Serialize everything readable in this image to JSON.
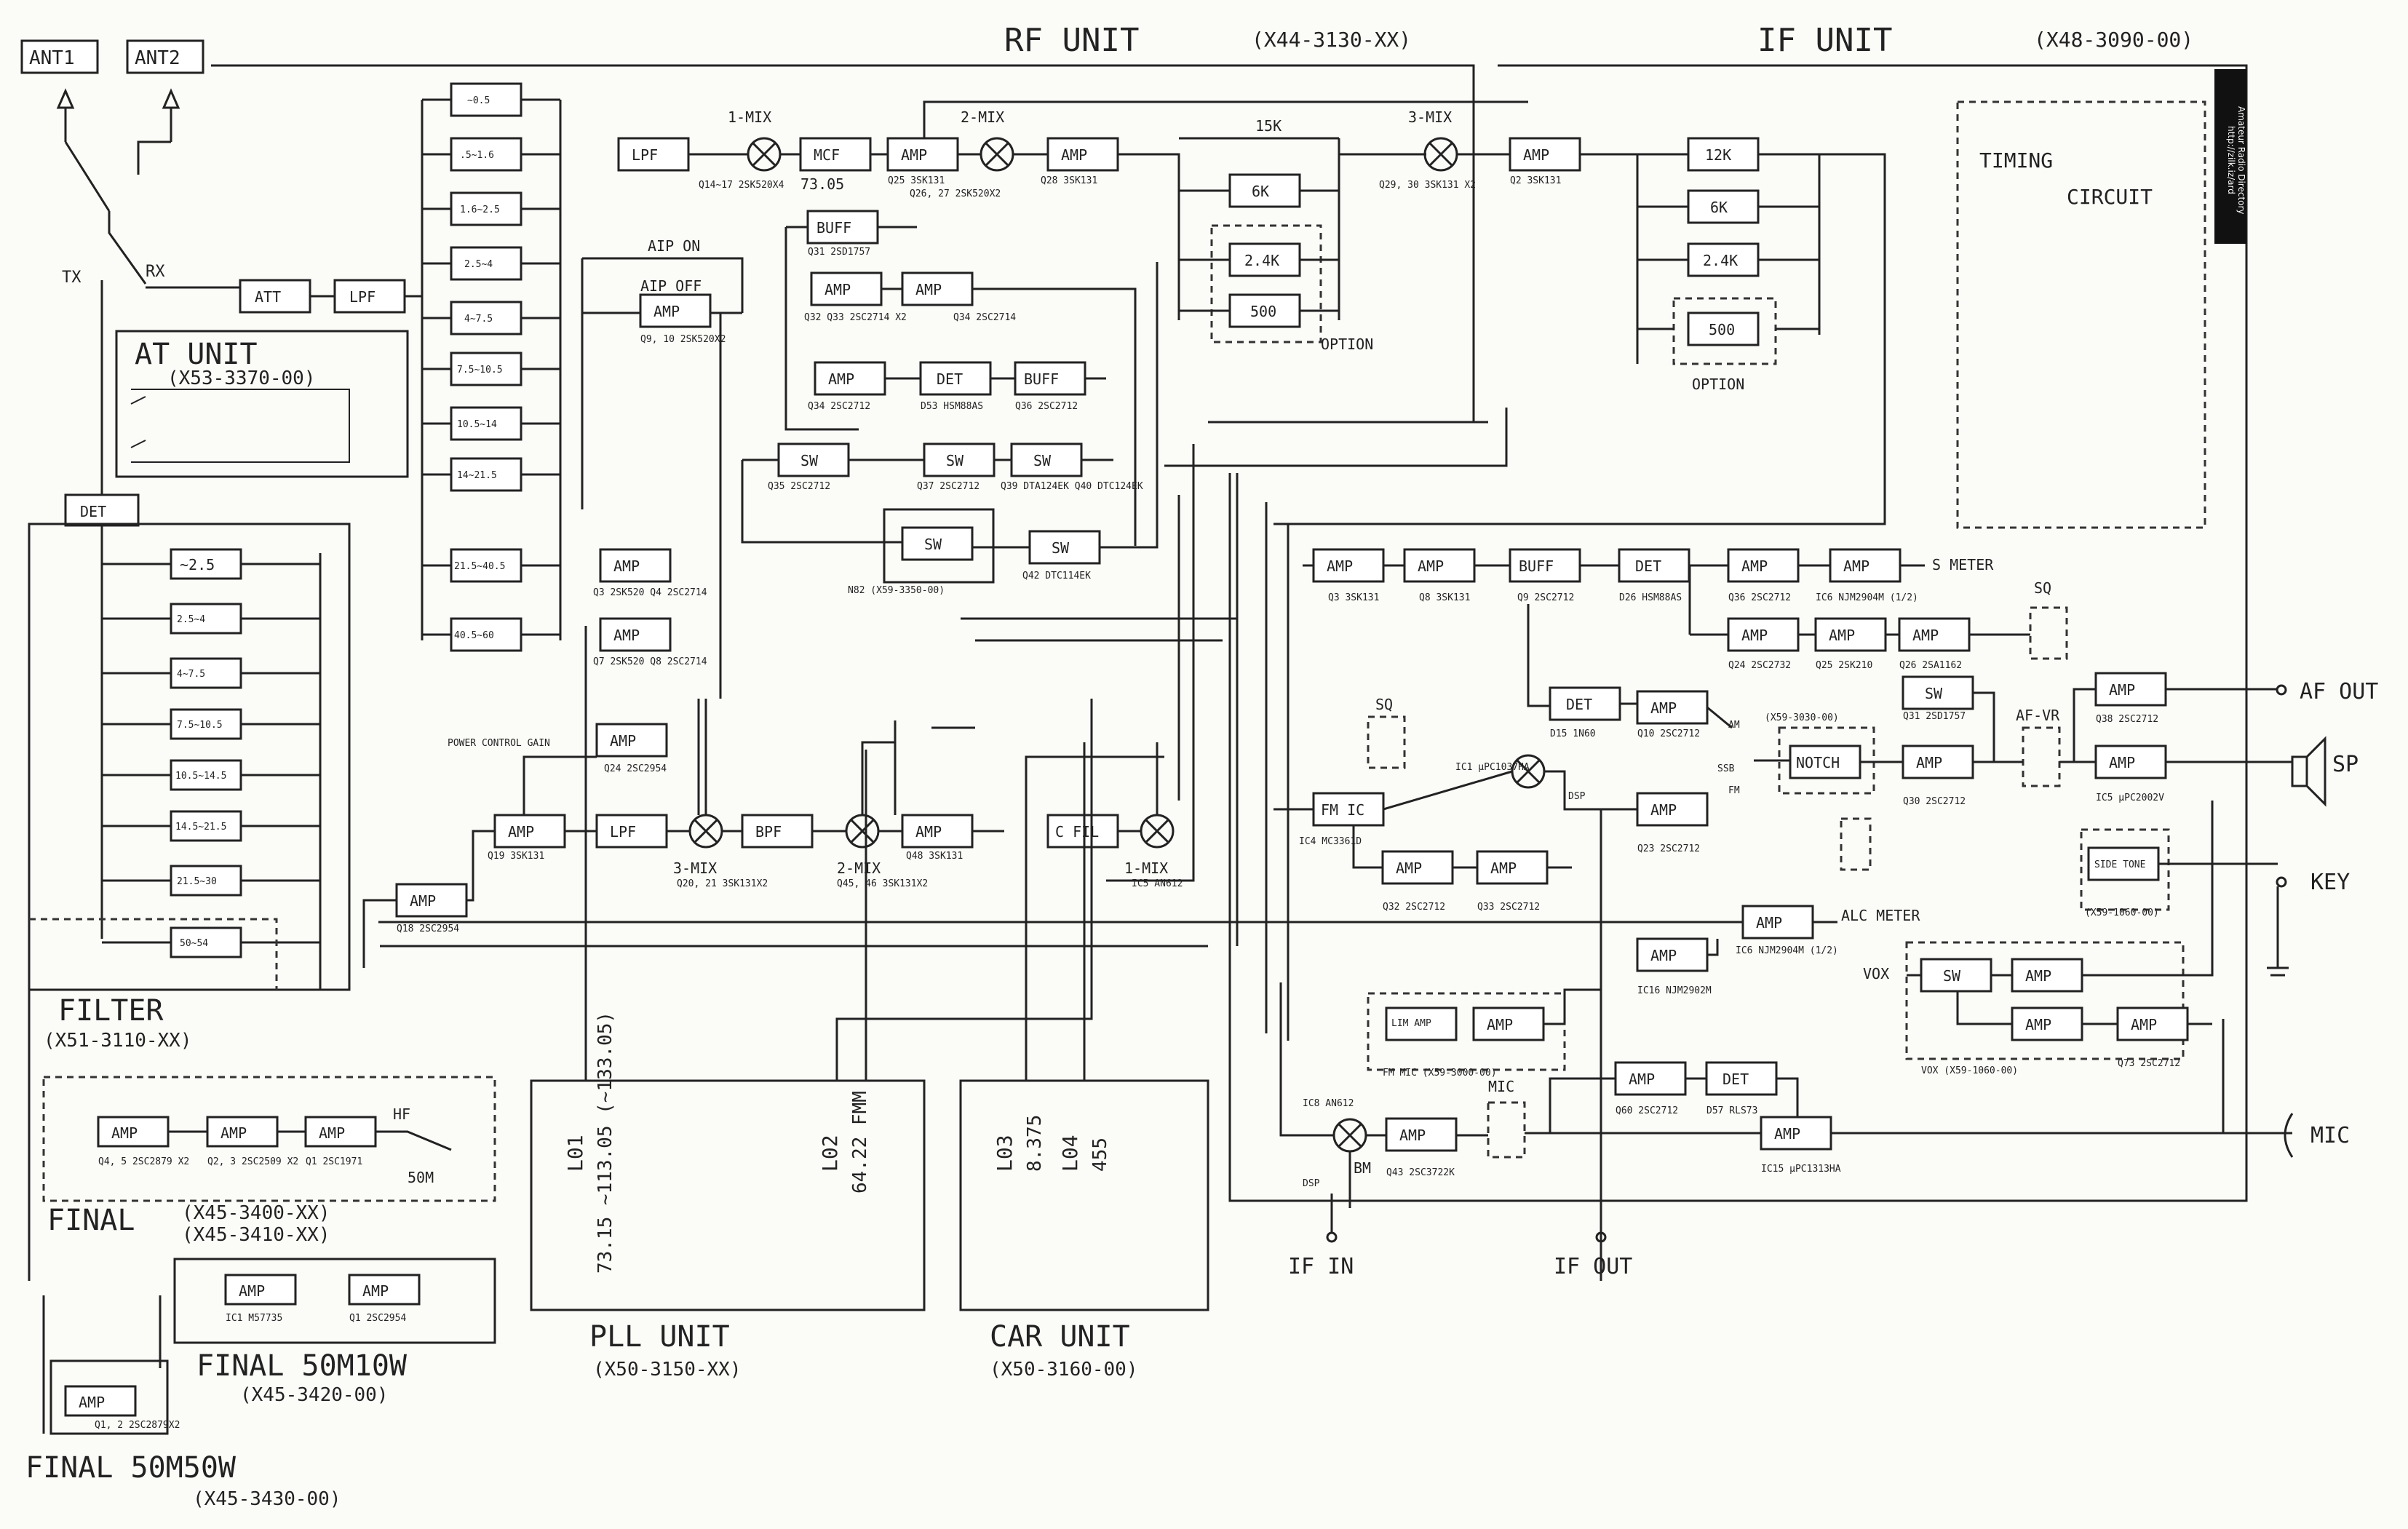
{
  "units": {
    "rf_unit": {
      "name": "RF UNIT",
      "code": "(X44-3130-XX)"
    },
    "if_unit": {
      "name": "IF UNIT",
      "code": "(X48-3090-00)"
    },
    "at_unit": {
      "name": "AT UNIT",
      "code": "(X53-3370-00)"
    },
    "filter": {
      "name": "FILTER",
      "code": "(X51-3110-XX)"
    },
    "final": {
      "name": "FINAL",
      "code1": "(X45-3400-XX)",
      "code2": "(X45-3410-XX)"
    },
    "final_50m10w": {
      "name": "FINAL 50M10W",
      "code": "(X45-3420-00)"
    },
    "final_50m50w": {
      "name": "FINAL 50M50W",
      "code": "(X45-3430-00)"
    },
    "pll_unit": {
      "name": "PLL UNIT",
      "code": "(X50-3150-XX)"
    },
    "car_unit": {
      "name": "CAR UNIT",
      "code": "(X50-3160-00)"
    }
  },
  "antennas": {
    "ant1": "ANT1",
    "ant2": "ANT2",
    "tx": "TX",
    "rx": "RX"
  },
  "timing_circuit": {
    "line1": "TIMING",
    "line2": "CIRCUIT"
  },
  "side_badge": "Amateur Radio Directory http://zilk.iz/ard",
  "rf_filters": [
    "~0.5",
    ".5~1.6",
    "1.6~2.5",
    "2.5~4",
    "4~7.5",
    "7.5~10.5",
    "10.5~14",
    "14~21.5",
    "21.5~40.5",
    "40.5~60"
  ],
  "lpf_filters": [
    "~2.5",
    "2.5~4",
    "4~7.5",
    "7.5~10.5",
    "10.5~14.5",
    "14.5~21.5",
    "21.5~30",
    "50~54"
  ],
  "blocks": {
    "att": "ATT",
    "lpf": "LPF",
    "det": "DET",
    "amp": "AMP",
    "mcf": "MCF",
    "buff": "BUFF",
    "sw": "SW",
    "bpf": "BPF",
    "cfil": "C FIL",
    "fmic": "FM IC",
    "notch": "NOTCH",
    "side_tone": "SIDE TONE",
    "lim_amp": "LIM AMP",
    "f6k": "6K",
    "f24k": "2.4K",
    "f500": "500",
    "f12k": "12K",
    "option": "OPTION",
    "f15k": "15K"
  },
  "mixers": {
    "mix1": "1-MIX",
    "mix2": "2-MIX",
    "mix3": "3-MIX",
    "bm": "BM"
  },
  "frequencies": {
    "mcf": "73.05",
    "l01": "73.15 ~113.05 (~133.05)",
    "l02": "64.22 FMM",
    "l03": "8.375",
    "l04": "455"
  },
  "pll_labels": {
    "l01": "L01",
    "l02": "L02",
    "l03": "L03",
    "l04": "L04"
  },
  "misc_labels": {
    "aip_on": "AIP ON",
    "aip_off": "AIP OFF",
    "power_gain": "POWER CONTROL GAIN",
    "s_meter": "S METER",
    "alc_meter": "ALC METER",
    "sq": "SQ",
    "af_vr": "AF-VR",
    "af_out": "AF OUT",
    "sp": "SP",
    "key": "KEY",
    "mic": "MIC",
    "vox": "VOX",
    "if_in": "IF IN",
    "if_out": "IF OUT",
    "am": "AM",
    "ssb": "SSB",
    "fm": "FM",
    "dsp": "DSP",
    "hf": "HF",
    "m50": "50M",
    "fm_mic": "FM MIC"
  },
  "parts": {
    "q14_17": "Q14~17 2SK520X4",
    "q25": "Q25 3SK131",
    "q26_27": "Q26, 27 2SK520X2",
    "q28": "Q28 3SK131",
    "q29_30": "Q29, 30 3SK131 X2",
    "q2": "Q2 3SK131",
    "q31": "Q31 2SD1757",
    "q32_33": "Q32 Q33 2SC2714 X2",
    "q34": "Q34 2SC2714",
    "q9_10": "Q9, 10 2SK520X2",
    "q34b": "Q34 2SC2712",
    "d53": "D53 HSM88AS",
    "q36": "Q36 2SC2712",
    "q35": "Q35 2SC2712",
    "q37": "Q37 2SC2712",
    "q39_40": "Q39 DTA124EK Q40 DTC124EK",
    "q42": "Q42 DTC114EK",
    "n82": "N82 (X59-3350-00)",
    "q3_4": "Q3 2SK520 Q4 2SC2714",
    "q7_8": "Q7 2SK520 Q8 2SC2714",
    "q24": "Q24 2SC2954",
    "q19": "Q19 3SK131",
    "q20_21": "Q20, 21 3SK131X2",
    "q45_46": "Q45, 46 3SK131X2",
    "q48": "Q48 3SK131",
    "ic5": "IC5 AN612",
    "q18": "Q18 2SC2954",
    "q3if": "Q3 3SK131",
    "q8if": "Q8 3SK131",
    "q9if": "Q9 2SC2712",
    "d26": "D26 HSM88AS",
    "q36if": "Q36 2SC2712",
    "ic6": "IC6 NJM2904M (1/2)",
    "q24if": "Q24 2SC2732",
    "q25if": "Q25 2SK210",
    "q26if": "Q26 2SA1162",
    "d15": "D15 1N60",
    "q10": "Q10 2SC2712",
    "x59_3030": "(X59-3030-00)",
    "q30": "Q30 2SC2712",
    "q38": "Q38 2SC2712",
    "ic5if": "IC5 μPC2002V",
    "x59_1060": "(X59-1060-00)",
    "ic1": "IC1 μPC1037HA",
    "ic4": "IC4 MC3361D",
    "q23": "Q23 2SC2712",
    "q32": "Q32 2SC2712",
    "q33": "Q33 2SC2712",
    "ic6b": "IC6 NJM2904M (1/2)",
    "ic16": "IC16 NJM2902M",
    "q73": "Q73 2SC2712",
    "vox_code": "VOX (X59-1060-00)",
    "fm_mic_code": "FM MIC (X59-3000-00)",
    "ic8": "IC8 AN612",
    "q43": "Q43 2SC3722K",
    "q60": "Q60 2SC2712",
    "d57": "D57 RLS73",
    "ic15": "IC15 μPC1313HA",
    "q4_5": "Q4, 5 2SC2879 X2",
    "q2_3": "Q2, 3 2SC2509 X2",
    "q1": "Q1 2SC1971",
    "ic1f": "IC1 M57735",
    "q1f": "Q1 2SC2954",
    "q1_2": "Q1, 2 2SC2879X2"
  }
}
